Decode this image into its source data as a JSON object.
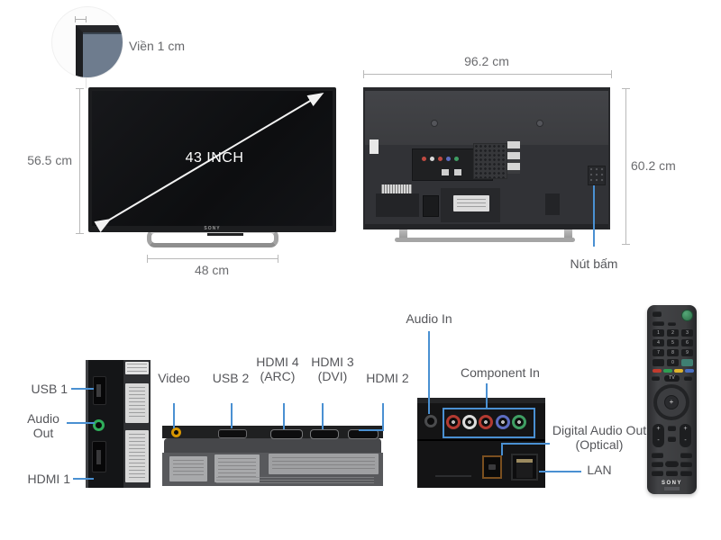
{
  "bezel_detail": {
    "label": "Viền 1 cm"
  },
  "front_view": {
    "size_label": "43 INCH",
    "height_label": "56.5 cm",
    "stand_width_label": "48 cm",
    "brand": "SONY"
  },
  "back_view": {
    "width_label": "96.2 cm",
    "height_label": "60.2 cm",
    "button_label": "Nút bấm"
  },
  "side_panel": {
    "usb1_label": "USB 1",
    "audio_out_label": "Audio Out",
    "hdmi1_label": "HDMI 1"
  },
  "bottom_panel": {
    "video_label": "Video",
    "usb2_label": "USB 2",
    "hdmi4_label": "HDMI 4 (ARC)",
    "hdmi3_label": "HDMI 3 (DVI)",
    "hdmi2_label": "HDMI 2"
  },
  "rear_panel": {
    "audio_in_label": "Audio In",
    "component_in_label": "Component In",
    "digital_audio_label": "Digital Audio Out (Optical)",
    "lan_label": "LAN"
  },
  "remote": {
    "brand": "SONY",
    "tv_button": "TV",
    "digits": [
      "1",
      "2",
      "3",
      "4",
      "5",
      "6",
      "7",
      "8",
      "9",
      "0"
    ],
    "volume_plus": "+",
    "volume_minus": "-",
    "prog_plus": "+",
    "prog_minus": "-",
    "dpad_center": "+"
  },
  "colors": {
    "label_text": "#55565a",
    "measure_line": "#b9b9b9",
    "leader_blue": "#4a90d2",
    "detail_screen": "#6e7c8e",
    "audio_out_green": "#2fae5a",
    "video_yellow": "#d89600"
  }
}
